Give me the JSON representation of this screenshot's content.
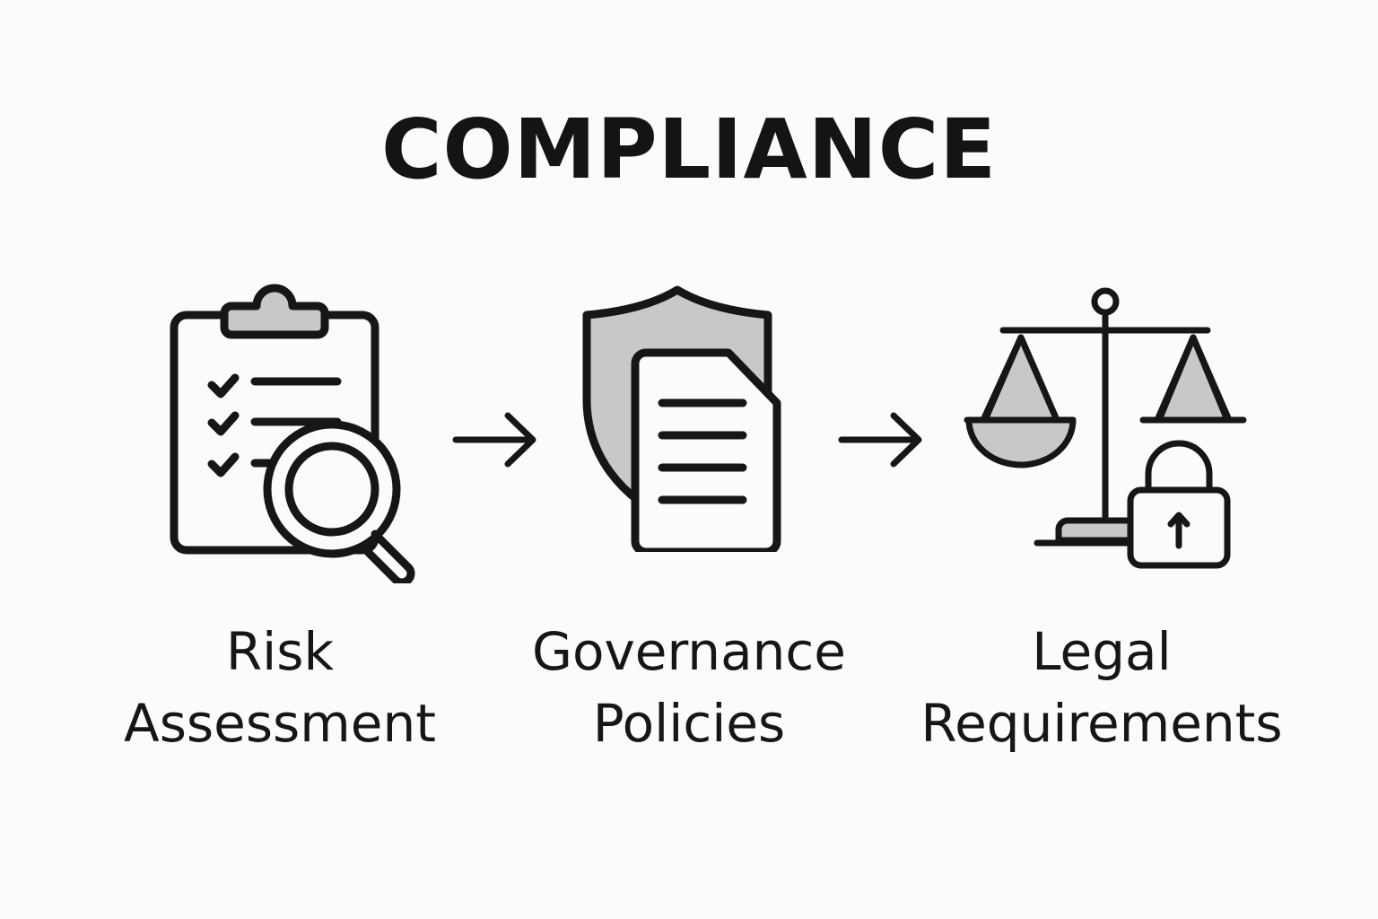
{
  "title": "COMPLIANCE",
  "steps": [
    {
      "line1": "Risk",
      "line2": "Assessment",
      "icon": "clipboard-magnifier-icon"
    },
    {
      "line1": "Governance",
      "line2": "Policies",
      "icon": "shield-document-icon"
    },
    {
      "line1": "Legal",
      "line2": "Requirements",
      "icon": "scales-lock-icon"
    }
  ],
  "colors": {
    "stroke": "#161616",
    "fill": "#c8c8c8",
    "background": "#fbfbfb"
  }
}
